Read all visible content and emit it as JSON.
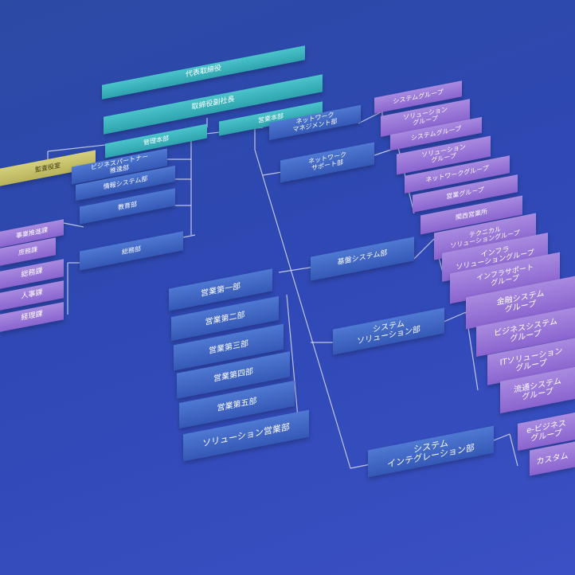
{
  "nodes": [
    {
      "id": "president",
      "label": "代表取締役",
      "color": "teal"
    },
    {
      "id": "vp",
      "label": "取締役副社長",
      "color": "teal"
    },
    {
      "id": "audit",
      "label": "監査役室",
      "color": "olive"
    },
    {
      "id": "admin_div",
      "label": "管理本部",
      "color": "teal"
    },
    {
      "id": "sales_div",
      "label": "営業本部",
      "color": "teal"
    },
    {
      "id": "biz_partner",
      "label": "ビジネスパートナー\n推進部",
      "color": "blue"
    },
    {
      "id": "info_sys",
      "label": "情報システム部",
      "color": "blue"
    },
    {
      "id": "education",
      "label": "教育部",
      "color": "blue"
    },
    {
      "id": "general",
      "label": "総務部",
      "color": "blue"
    },
    {
      "id": "biz_plan",
      "label": "事業推進課",
      "color": "purple"
    },
    {
      "id": "admin_sec",
      "label": "庶務課",
      "color": "purple"
    },
    {
      "id": "general_sec",
      "label": "総務課",
      "color": "purple"
    },
    {
      "id": "hr_sec",
      "label": "人事課",
      "color": "purple"
    },
    {
      "id": "acct_sec",
      "label": "経理課",
      "color": "purple"
    },
    {
      "id": "net_mgmt",
      "label": "ネットワーク\nマネジメント部",
      "color": "blue"
    },
    {
      "id": "net_support",
      "label": "ネットワーク\nサポート部",
      "color": "blue"
    },
    {
      "id": "core_sys",
      "label": "基盤システム部",
      "color": "blue"
    },
    {
      "id": "sys_sol",
      "label": "システム\nソリューション部",
      "color": "blue"
    },
    {
      "id": "sys_int",
      "label": "システム\nインテグレーション部",
      "color": "blue"
    },
    {
      "id": "sales1",
      "label": "営業第一部",
      "color": "blue"
    },
    {
      "id": "sales2",
      "label": "営業第二部",
      "color": "blue"
    },
    {
      "id": "sales3",
      "label": "営業第三部",
      "color": "blue"
    },
    {
      "id": "sales4",
      "label": "営業第四部",
      "color": "blue"
    },
    {
      "id": "sales5",
      "label": "営業第五部",
      "color": "blue"
    },
    {
      "id": "sales_sol",
      "label": "ソリューション営業部",
      "color": "blue"
    },
    {
      "id": "g_sys1",
      "label": "システムグループ",
      "color": "purple"
    },
    {
      "id": "g_sol1",
      "label": "ソリューション\nグループ",
      "color": "purple"
    },
    {
      "id": "g_sys2",
      "label": "システムグループ",
      "color": "purple"
    },
    {
      "id": "g_sol2",
      "label": "ソリューション\nグループ",
      "color": "purple"
    },
    {
      "id": "g_net",
      "label": "ネットワークグループ",
      "color": "purple"
    },
    {
      "id": "g_sales",
      "label": "営業グループ",
      "color": "purple"
    },
    {
      "id": "g_branch",
      "label": "関西営業所",
      "color": "purple"
    },
    {
      "id": "g_tech",
      "label": "テクニカル\nソリューショングループ",
      "color": "purple"
    },
    {
      "id": "g_infra_sol",
      "label": "インフラ\nソリューショングループ",
      "color": "purple"
    },
    {
      "id": "g_infra_sup",
      "label": "インフラサポート\nグループ",
      "color": "purple"
    },
    {
      "id": "g_fin",
      "label": "金融システム\nグループ",
      "color": "purple"
    },
    {
      "id": "g_biz",
      "label": "ビジネスシステム\nグループ",
      "color": "purple"
    },
    {
      "id": "g_itsol",
      "label": "ITソリューション\nグループ",
      "color": "purple"
    },
    {
      "id": "g_dist",
      "label": "流通システム\nグループ",
      "color": "purple"
    },
    {
      "id": "g_ebiz",
      "label": "e-ビジネス\nグループ",
      "color": "purple"
    },
    {
      "id": "g_custom",
      "label": "カスタム",
      "color": "purple"
    }
  ]
}
